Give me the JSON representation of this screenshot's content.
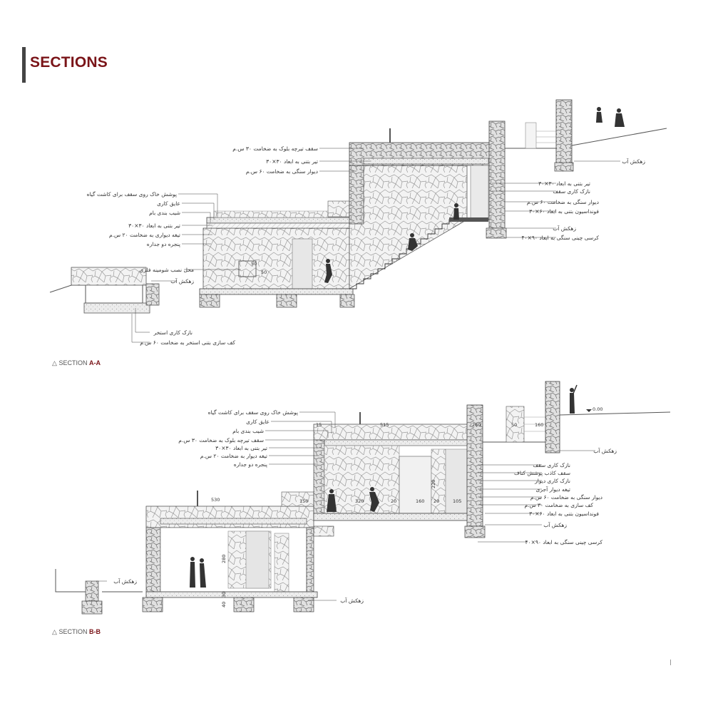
{
  "title": "SECTIONS",
  "section_aa": {
    "prefix": "SECTION",
    "code": "A-A",
    "annotations_left": [
      "سقف تیرچه بلوک به ضخامت ۳۰ س.م",
      "تیر بتنی به ابعاد ۳۰×۳۰",
      "دیوار سنگی به ضخامت ۶۰ س.م",
      "پوشش خاک روی سقف برای کاشت گیاه",
      "عایق کاری",
      "شیب بندی بام",
      "تیر بتنی به ابعاد ۳۰×۳۰",
      "تیغه دیواری به ضخامت ۲۰ س.م",
      "پنجره دو جداره",
      "محل نصب شومینه فلزی",
      "زهکش آب",
      "نازک کاری استخر",
      "کف سازی بتنی استخر به ضخامت ۶۰ س.م"
    ],
    "annotations_right": [
      "زهکش آب",
      "تیر بتنی به ابعاد ۳۰×۳۰",
      "نازک کاری سقف",
      "دیوار سنگی به ضخامت ۶۰ س.م",
      "فونداسیون بتنی به ابعاد ۶۰×۳۰",
      "زهکش آب",
      "کرسی چینی سنگی به ابعاد ۹۰×۴۰"
    ],
    "dims": [
      "50",
      "50"
    ]
  },
  "section_bb": {
    "prefix": "SECTION",
    "code": "B-B",
    "annotations_left": [
      "پوشش خاک روی سقف برای کاشت گیاه",
      "عایق کاری",
      "شیب بندی بام",
      "سقف تیرچه بلوک به ضخامت ۳۰ س.م",
      "تیر بتنی به ابعاد ۳۰×۳۰",
      "تیغه دیوار به ضخامت ۲۰ س.م",
      "پنجره دو جداره",
      "زهکش آب",
      "زهکش آب"
    ],
    "annotations_right": [
      "زهکش آب",
      "نازک کاری سقف",
      "سقف کاذب پوشش کناف",
      "نازک کاری دیوار",
      "تیغه دیوار آجری",
      "دیوار سنگی به ضخامت ۶۰ س.م",
      "کف سازی به ضخامت ۳۰ س.م",
      "فونداسیون بتنی به ابعاد ۶۰×۳۰",
      "زهکش آب",
      "کرسی چینی سنگی به ابعاد ۹۰×۴۰"
    ],
    "dims": [
      "15",
      "515",
      "260",
      "50",
      "160",
      "530",
      "150",
      "320",
      "20",
      "160",
      "20",
      "105",
      "220",
      "280",
      "40",
      "30",
      "0.00"
    ]
  }
}
